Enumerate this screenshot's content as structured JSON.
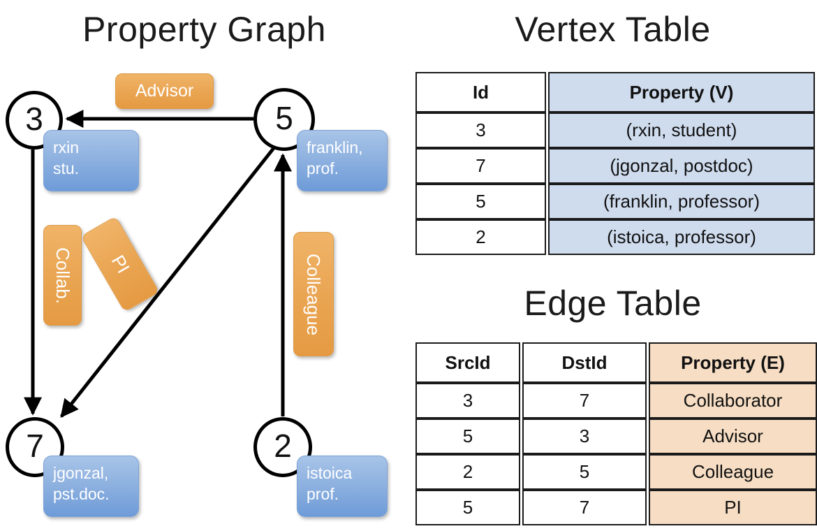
{
  "titles": {
    "property_graph": "Property Graph",
    "vertex_table": "Vertex Table",
    "edge_table": "Edge Table"
  },
  "graph": {
    "vertices": [
      {
        "id": "3",
        "property": "rxin\nstu.",
        "line1": "rxin",
        "line2": "stu."
      },
      {
        "id": "5",
        "property": "franklin,\nprof.",
        "line1": "franklin,",
        "line2": "prof."
      },
      {
        "id": "7",
        "property": "jgonzal,\npst.doc.",
        "line1": "jgonzal,",
        "line2": "pst.doc."
      },
      {
        "id": "2",
        "property": "istoica\nprof.",
        "line1": "istoica",
        "line2": "prof."
      }
    ],
    "edges": [
      {
        "src": "3",
        "dst": "7",
        "label": "Collab."
      },
      {
        "src": "5",
        "dst": "3",
        "label": "Advisor"
      },
      {
        "src": "2",
        "dst": "5",
        "label": "Colleague"
      },
      {
        "src": "5",
        "dst": "7",
        "label": "PI"
      }
    ]
  },
  "vertex_table": {
    "headers": [
      "Id",
      "Property (V)"
    ],
    "rows": [
      {
        "id": "3",
        "property": "(rxin, student)"
      },
      {
        "id": "7",
        "property": "(jgonzal, postdoc)"
      },
      {
        "id": "5",
        "property": "(franklin, professor)"
      },
      {
        "id": "2",
        "property": "(istoica, professor)"
      }
    ]
  },
  "edge_table": {
    "headers": [
      "SrcId",
      "DstId",
      "Property (E)"
    ],
    "rows": [
      {
        "src": "3",
        "dst": "7",
        "property": "Collaborator"
      },
      {
        "src": "5",
        "dst": "3",
        "property": "Advisor"
      },
      {
        "src": "2",
        "dst": "5",
        "property": "Colleague"
      },
      {
        "src": "5",
        "dst": "7",
        "property": "PI"
      }
    ]
  },
  "colors": {
    "vertex_property_box": "#8fb2e0",
    "edge_label_box": "#eaa654",
    "vertex_table_highlight": "#cfdcee",
    "edge_table_highlight": "#f6ddc3",
    "stroke": "#000000"
  }
}
